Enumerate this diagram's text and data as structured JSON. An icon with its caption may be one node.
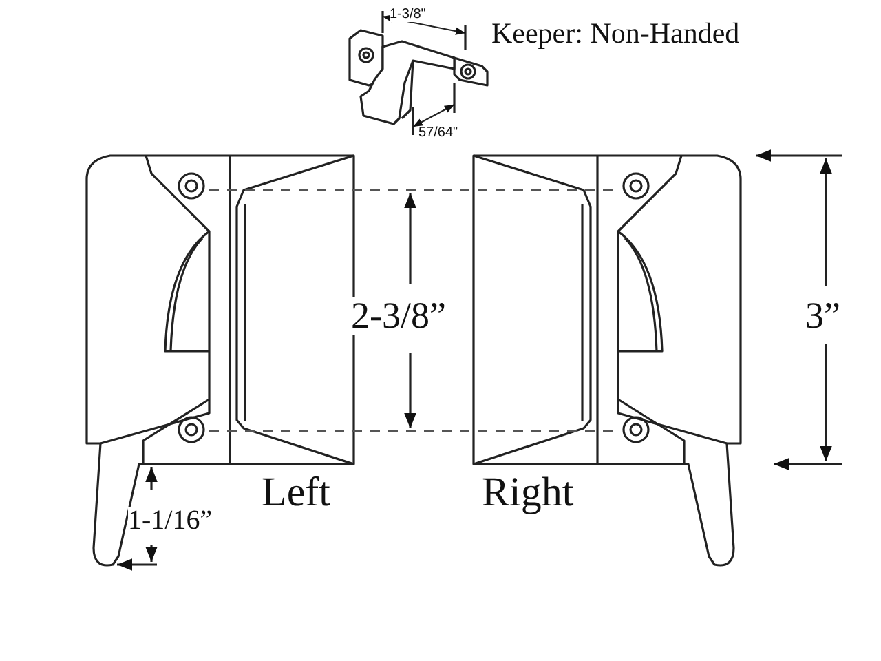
{
  "diagram": {
    "labels": [
      "1-3/8\"",
      "Keeper: Non-Handed",
      "57/64\"",
      "2-3/8”",
      "3”",
      "Left",
      "Right",
      "1-1/16”"
    ]
  }
}
